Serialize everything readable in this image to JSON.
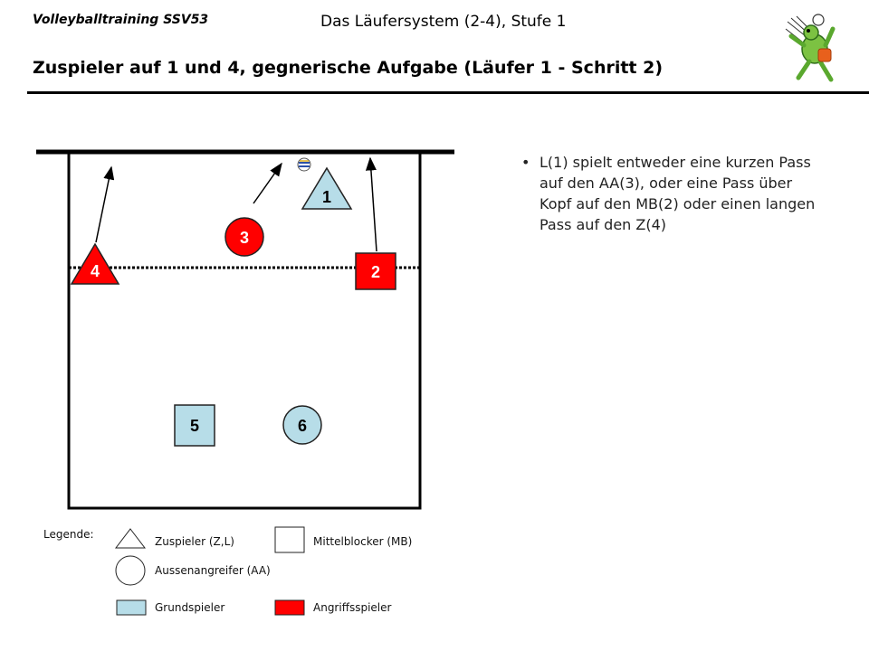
{
  "header": {
    "left": "Volleyballtraining SSV53",
    "center": "Das Läufersystem (2-4), Stufe 1",
    "title": "Zuspieler auf 1 und 4, gegnerische Aufgabe (Läufer 1 - Schritt 2)"
  },
  "players": {
    "p1": "1",
    "p2": "2",
    "p3": "3",
    "p4": "4",
    "p5": "5",
    "p6": "6"
  },
  "bullets": [
    "L(1) spielt entweder eine kurzen Pass auf den AA(3), oder eine Pass über Kopf auf den MB(2) oder einen langen Pass auf den Z(4)"
  ],
  "legend": {
    "title": "Legende:",
    "setter": "Zuspieler (Z,L)",
    "middle_blocker": "Mittelblocker (MB)",
    "outside_hitter": "Aussenangreifer (AA)",
    "base_player": "Grundspieler",
    "attacker": "Angriffsspieler"
  },
  "colors": {
    "attacker": "#ff0000",
    "base": "#b7dde8",
    "line": "#000000"
  }
}
